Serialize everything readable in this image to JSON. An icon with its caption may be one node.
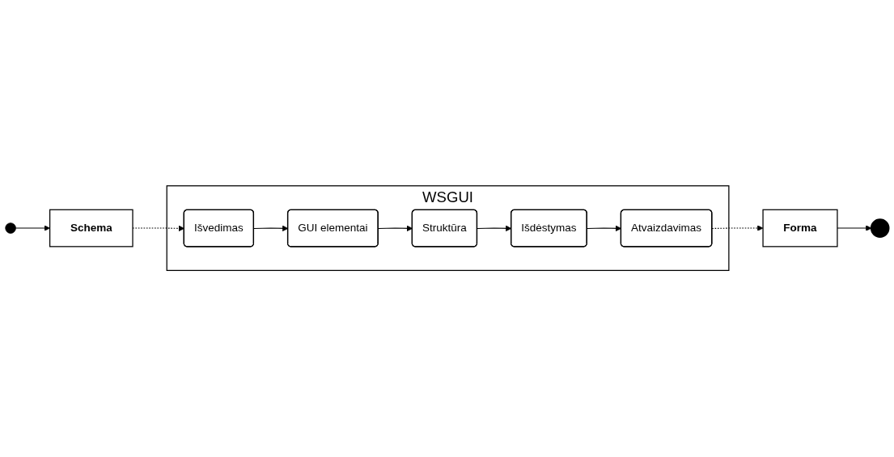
{
  "diagram": {
    "nodes": [
      {
        "text": [],
        "shape": "circle"
      },
      {
        "text": [
          "Schema"
        ]
      },
      {
        "text": [],
        "shape": "circle"
      },
      {
        "text": [
          "Forma"
        ]
      },
      {
        "text": [
          "WSGUI"
        ]
      },
      {
        "text": [
          "Išvedimas"
        ],
        "in": 4
      },
      {
        "text": [
          "GUI elementai"
        ],
        "in": 4
      },
      {
        "text": [
          "Struktūra"
        ],
        "in": 4
      },
      {
        "text": [
          "Išdėstymas"
        ],
        "in": 4
      },
      {
        "text": [
          "Atvaizdavimas"
        ],
        "in": 4
      }
    ],
    "edges": [
      {
        "from": 0,
        "to": 1,
        "arrow": "to"
      },
      {
        "from": 1,
        "to": 5,
        "arrow": "to",
        "style": "dashed"
      },
      {
        "from": 5,
        "to": 6,
        "arrow": "to"
      },
      {
        "from": 6,
        "to": 7,
        "arrow": "to"
      },
      {
        "from": 7,
        "to": 8,
        "arrow": "to"
      },
      {
        "from": 8,
        "to": 9,
        "arrow": "to"
      },
      {
        "from": 9,
        "to": 3,
        "arrow": "to",
        "style": "dashed"
      },
      {
        "from": 3,
        "to": 2,
        "arrow": "to"
      }
    ]
  }
}
